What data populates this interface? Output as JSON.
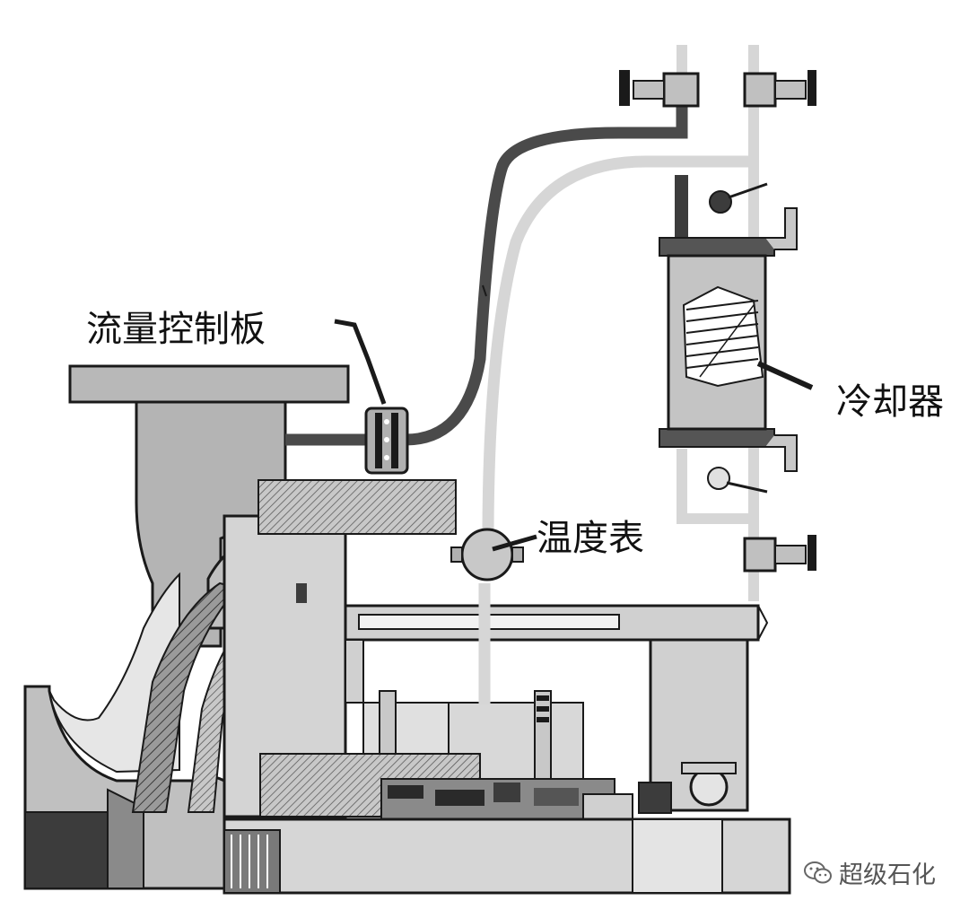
{
  "labels": {
    "orifice_plate": "流量控制板",
    "cooler": "冷却器",
    "temperature_gauge": "温度表"
  },
  "watermark": {
    "text": "超级石化",
    "icon": "wechat-icon"
  },
  "colors": {
    "hot_line": "#4a4a4a",
    "cool_line": "#d6d6d6",
    "metal": "#b8b8b8",
    "dark_metal": "#3c3c3c",
    "outline": "#1a1a1a"
  }
}
